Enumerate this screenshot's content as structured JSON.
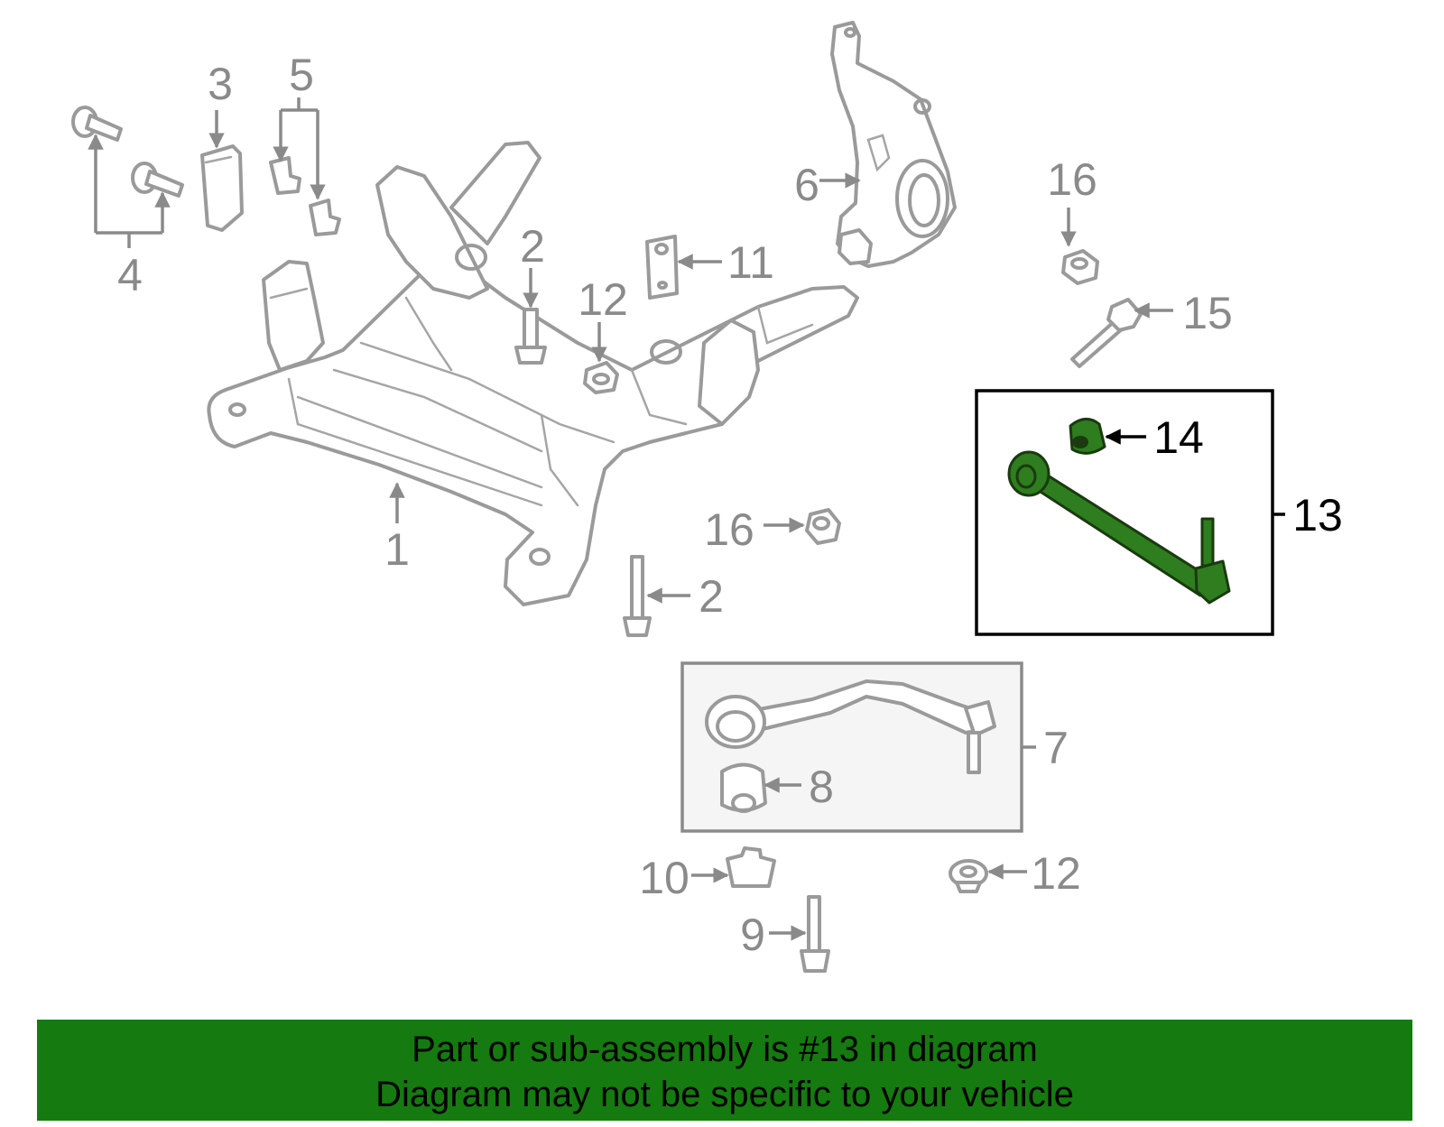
{
  "callouts": {
    "c1": "1",
    "c2a": "2",
    "c2b": "2",
    "c3": "3",
    "c4": "4",
    "c5": "5",
    "c6": "6",
    "c7": "7",
    "c8": "8",
    "c9": "9",
    "c10": "10",
    "c11": "11",
    "c12a": "12",
    "c12b": "12",
    "c13": "13",
    "c14": "14",
    "c15": "15",
    "c16a": "16",
    "c16b": "16"
  },
  "highlight": {
    "part_number": "13",
    "color": "#2e7d1e"
  },
  "colors": {
    "outline": "#9a9a9a",
    "footer_bg": "#157a0f",
    "box_bg": "#f5f5f5"
  },
  "footer": {
    "line1": "Part or sub-assembly is #13 in diagram",
    "line2": "Diagram may not be specific to your vehicle"
  }
}
